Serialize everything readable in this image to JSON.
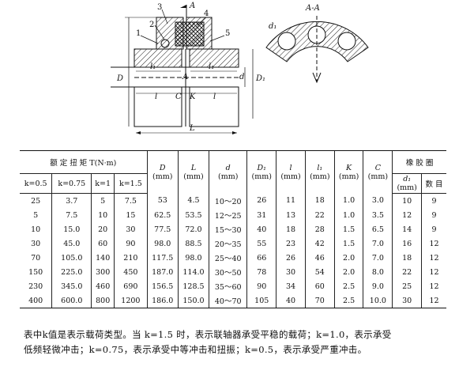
{
  "figure": {
    "main_labels": {
      "part1": "1",
      "part2": "2",
      "part3": "3",
      "part4": "4",
      "part5": "5",
      "section_mark": "A",
      "D": "D",
      "D1": "D₁",
      "d": "d",
      "l1_left": "l₁",
      "l1_right": "l₁",
      "A_small": "A",
      "l_left": "l",
      "l_right": "l",
      "C": "C",
      "K": "K",
      "L": "L"
    },
    "section_labels": {
      "title": "A-A",
      "d1": "d₁"
    }
  },
  "table": {
    "group_header": "额 定 扭 矩 T(N·m)",
    "k_headers": [
      "k=0.5",
      "k=0.75",
      "k=1",
      "k=1.5"
    ],
    "param_headers": [
      "D",
      "L",
      "d",
      "D₁",
      "l",
      "l₁",
      "K",
      "C"
    ],
    "unit_mm": "(mm)",
    "rubber_header": "橡 胶 圈",
    "rubber_d1": "d₁",
    "rubber_count": "数 目",
    "rows": [
      [
        "25",
        "3.7",
        "5",
        "7.5",
        "53",
        "4.5",
        "10～20",
        "26",
        "11",
        "18",
        "1.0",
        "3.0",
        "10",
        "9"
      ],
      [
        "5",
        "7.5",
        "10",
        "15",
        "62.5",
        "53.5",
        "12～25",
        "31",
        "13",
        "22",
        "1.0",
        "3.5",
        "12",
        "9"
      ],
      [
        "10",
        "15.0",
        "20",
        "30",
        "77.5",
        "72.0",
        "15～30",
        "40",
        "18",
        "28",
        "1.5",
        "6.5",
        "14",
        "9"
      ],
      [
        "30",
        "45.0",
        "60",
        "90",
        "98.0",
        "88.5",
        "20～35",
        "55",
        "23",
        "42",
        "1.5",
        "7.0",
        "16",
        "12"
      ],
      [
        "70",
        "105.0",
        "140",
        "210",
        "117.5",
        "98.0",
        "25～40",
        "66",
        "26",
        "46",
        "2.0",
        "7.0",
        "18",
        "12"
      ],
      [
        "150",
        "225.0",
        "300",
        "450",
        "187.0",
        "114.0",
        "30～50",
        "78",
        "30",
        "54",
        "2.0",
        "8.0",
        "22",
        "12"
      ],
      [
        "230",
        "345.0",
        "460",
        "690",
        "156.5",
        "128.5",
        "35～60",
        "90",
        "34",
        "60",
        "2.5",
        "9.0",
        "25",
        "12"
      ],
      [
        "400",
        "600.0",
        "800",
        "1200",
        "186.0",
        "150.0",
        "40～70",
        "105",
        "40",
        "70",
        "2.5",
        "10.0",
        "30",
        "12"
      ]
    ]
  },
  "note": {
    "line1": "表中k值是表示载荷类型。当 k=1.5 时，表示联轴器承受平稳的载荷；k=1.0，表示承受",
    "line2": "低频轻微冲击；k=0.75，表示承受中等冲击和扭振；k=0.5，表示承受严重冲击。"
  }
}
